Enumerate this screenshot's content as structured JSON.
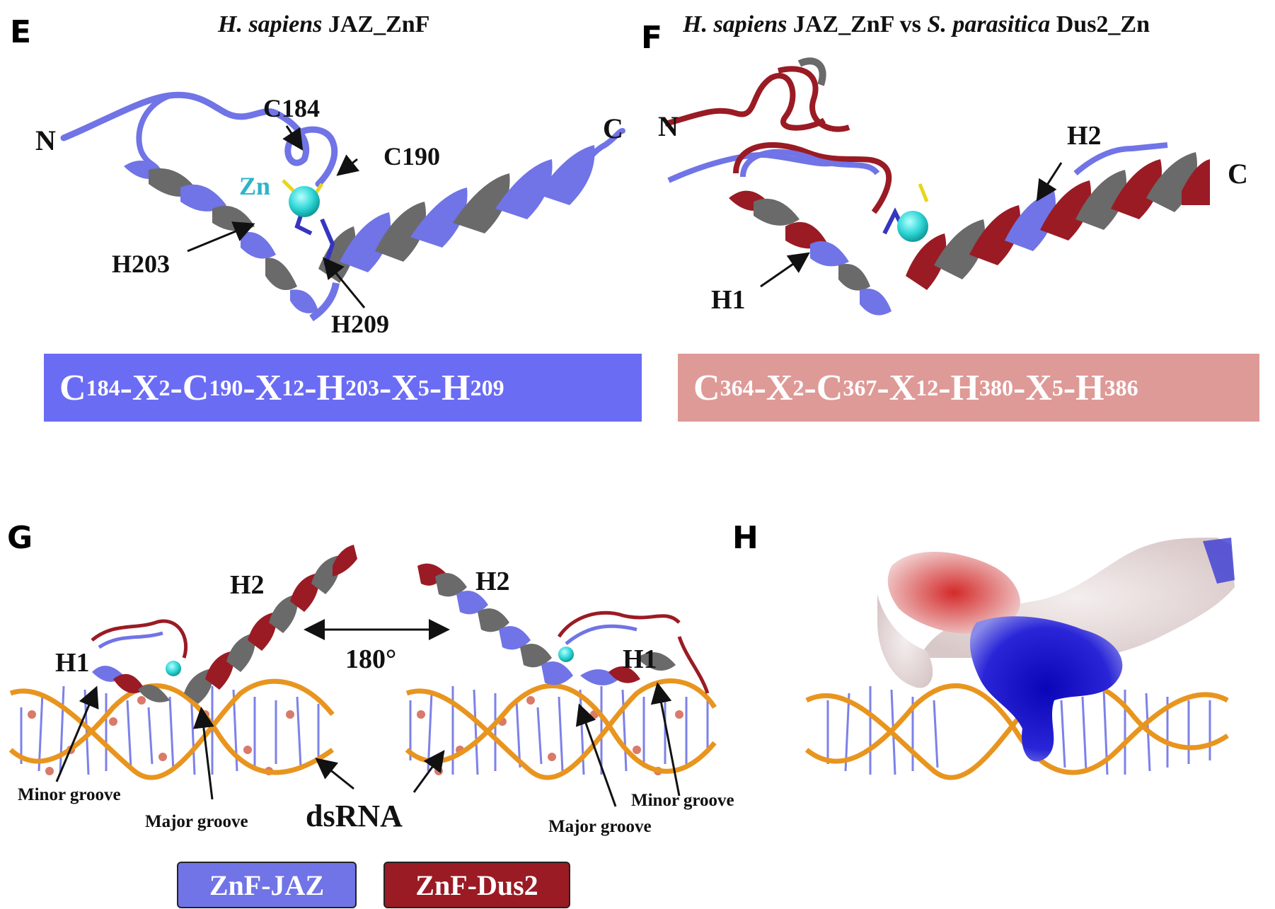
{
  "colors": {
    "jaz": "#7074e6",
    "dus2": "#9a1b24",
    "zinc": "#2fd6d6",
    "rna_backbone": "#e8951f",
    "motif_jaz_bg": "#6b6cf4",
    "motif_dus2_bg": "#de9a97",
    "surface_positive": "#1410c8",
    "surface_negative": "#d42a2a"
  },
  "panel_e": {
    "letter": "E",
    "title_species": "H. sapiens",
    "title_rest": " JAZ_ZnF",
    "labels": {
      "n": "N",
      "c": "C",
      "zn": "Zn",
      "c184": "C184",
      "c190": "C190",
      "h203": "H203",
      "h209": "H209"
    },
    "motif": {
      "p1": "C",
      "s1": "184",
      "p2": "-X",
      "s2": "2",
      "p3": "-C",
      "s3": "190",
      "p4": "-X",
      "s4": "12",
      "p5": "-H",
      "s5": "203",
      "p6": "-X",
      "s6": "5",
      "p7": "-H",
      "s7": "209"
    }
  },
  "panel_f": {
    "letter": "F",
    "title_species1": "H. sapiens",
    "title_mid": " JAZ_ZnF vs ",
    "title_species2": "S. parasitica",
    "title_rest": " Dus2_Zn",
    "labels": {
      "n": "N",
      "c": "C",
      "h1": "H1",
      "h2": "H2"
    },
    "motif": {
      "p1": "C",
      "s1": "364",
      "p2": "-X",
      "s2": "2",
      "p3": "-C",
      "s3": "367",
      "p4": "-X",
      "s4": "12",
      "p5": "-H",
      "s5": "380",
      "p6": "-X",
      "s6": "5",
      "p7": "-H",
      "s7": "386"
    }
  },
  "panel_g": {
    "letter": "G",
    "labels": {
      "h2_left": "H2",
      "h1_left": "H1",
      "h2_right": "H2",
      "h1_right": "H1",
      "rotation": "180°",
      "minor_left": "Minor groove",
      "major_left": "Major groove",
      "dsrna": "dsRNA",
      "major_right": "Major groove",
      "minor_right": "Minor groove"
    }
  },
  "panel_h": {
    "letter": "H"
  },
  "legend": [
    {
      "label": "ZnF-JAZ"
    },
    {
      "label": "ZnF-Dus2"
    }
  ]
}
